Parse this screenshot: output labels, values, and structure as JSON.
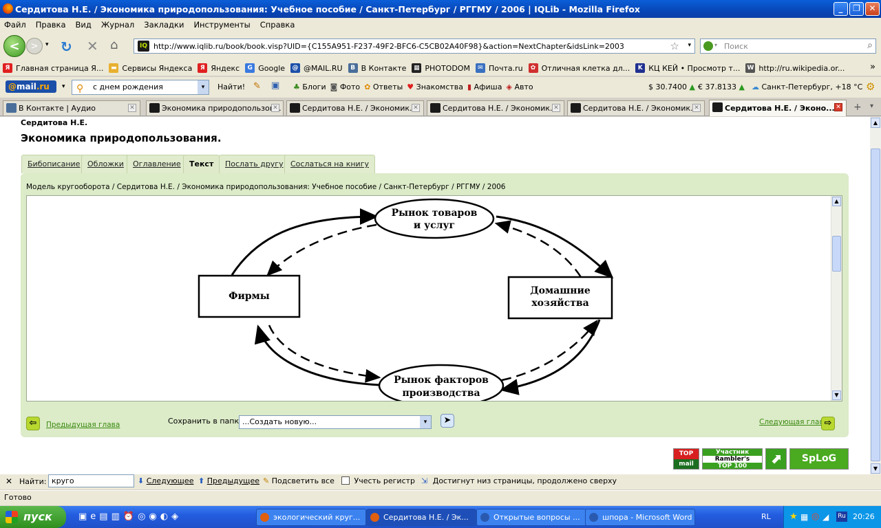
{
  "window": {
    "title": "Сердитова Н.Е. / Экономика природопользования: Учебное пособие / Санкт-Петербург / РГГМУ / 2006 | IQLib - Mozilla Firefox"
  },
  "menu": [
    "Файл",
    "Правка",
    "Вид",
    "Журнал",
    "Закладки",
    "Инструменты",
    "Справка"
  ],
  "nav": {
    "url": "http://www.iqlib.ru/book/book.visp?UID={C155A951-F237-49F2-BFC6-C5CB02A40F98}&action=NextChapter&idsLink=2003",
    "search_placeholder": "Поиск"
  },
  "bookmarks": [
    {
      "label": "Главная страница Я...",
      "icon": "yandex-icon",
      "color": "#e02020"
    },
    {
      "label": "Сервисы Яндекса",
      "icon": "folder-icon",
      "color": "#e8b030"
    },
    {
      "label": "Яндекс",
      "icon": "yandex-icon",
      "color": "#e02020"
    },
    {
      "label": "Google",
      "icon": "google-icon",
      "color": "#3a7ae0"
    },
    {
      "label": "@MAIL.RU",
      "icon": "mailru-icon",
      "color": "#1b4fa8"
    },
    {
      "label": "В Контакте",
      "icon": "vk-icon",
      "color": "#4a6e9a"
    },
    {
      "label": "PHOTODOM",
      "icon": "film-icon",
      "color": "#222222"
    },
    {
      "label": "Почта.ru",
      "icon": "mail-icon",
      "color": "#3a70c0"
    },
    {
      "label": "Отличная клетка дл...",
      "icon": "flower-icon",
      "color": "#d03030"
    },
    {
      "label": "КЦ КЕЙ • Просмотр т...",
      "icon": "kkey-icon",
      "color": "#203090"
    },
    {
      "label": "http://ru.wikipedia.or...",
      "icon": "wikipedia-icon",
      "color": "#555555"
    }
  ],
  "mailbar": {
    "logo_a": "@",
    "logo_b": "mail",
    "logo_c": ".ru",
    "search_value": "с днем рождения",
    "find_button": "Найти!",
    "items": [
      "Блоги",
      "Фото",
      "Ответы",
      "Знакомства",
      "Афиша",
      "Авто"
    ],
    "usd": "$ 30.7400",
    "eur": "€ 37.8133",
    "weather": "Санкт-Петербург, +18 °C"
  },
  "tabs": [
    {
      "label": "В Контакте | Аудио",
      "active": false
    },
    {
      "label": "Экономика природопользов...",
      "active": false
    },
    {
      "label": "Сердитова Н.Е. / Экономик...",
      "active": false
    },
    {
      "label": "Сердитова Н.Е. / Экономик...",
      "active": false
    },
    {
      "label": "Сердитова Н.Е. / Экономик...",
      "active": false
    },
    {
      "label": "Сердитова Н.Е. / Эконо...",
      "active": true
    }
  ],
  "page": {
    "author": "Сердитова Н.Е.",
    "book_title": "Экономика природопользования.",
    "tabs": [
      "Бибописание",
      "Обложки",
      "Оглавление",
      "Текст",
      "Послать другу",
      "Сослаться на книгу"
    ],
    "active_tab": "Текст",
    "breadcrumb": "Модель кругооборота / Сердитова Н.Е. / Экономика природопользования: Учебное пособие / Санкт-Петербург / РГГМУ / 2006",
    "diagram": {
      "top_node_1": "Рынок товаров",
      "top_node_2": "и услуг",
      "left_node": "Фирмы",
      "right_node_1": "Домашние",
      "right_node_2": "хозяйства",
      "bottom_node_1": "Рынок факторов",
      "bottom_node_2": "производства"
    },
    "prev_chapter": "Предыдущая глава",
    "save_label": "Сохранить в папку",
    "folder_value": "...Создать новую...",
    "next_chapter": "Следующая глава",
    "badges": {
      "top_a": "TOP",
      "top_b": "mail",
      "rambler_a": "Участник",
      "rambler_b": "Rambler's",
      "rambler_c": "TOP 100",
      "splog": "SpLoG"
    }
  },
  "findbar": {
    "label": "Найти:",
    "value": "круго",
    "next": "Следующее",
    "prev": "Предыдущее",
    "highlight": "Подсветить все",
    "matchcase": "Учесть регистр",
    "message": "Достигнут низ страницы, продолжено сверху"
  },
  "status": "Готово",
  "taskbar": {
    "start": "пуск",
    "tasks": [
      {
        "label": "экологический круг...",
        "active": false
      },
      {
        "label": "Сердитова Н.Е. / Эк...",
        "active": true
      },
      {
        "label": "Открытые вопросы ...",
        "active": false
      },
      {
        "label": "шпора - Microsoft Word",
        "active": false
      }
    ],
    "lang": "RL",
    "tray_lang": "Ru",
    "clock": "20:26"
  }
}
